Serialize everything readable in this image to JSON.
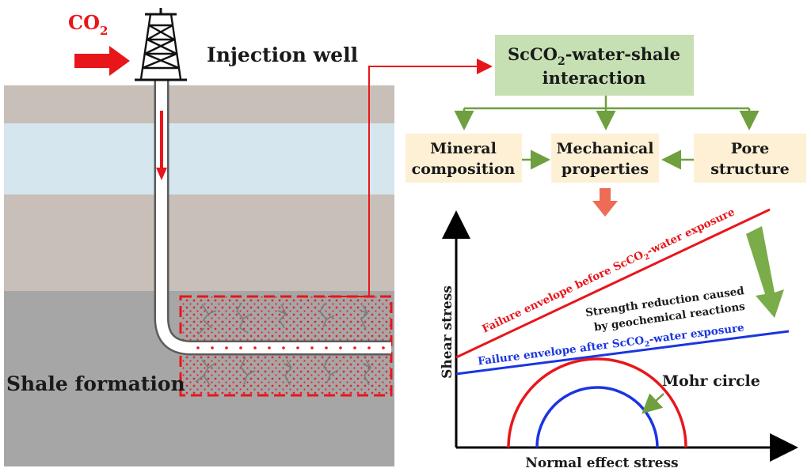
{
  "labels": {
    "co2_main": "CO",
    "co2_sub": "2",
    "injection_well": "Injection well",
    "shale_formation": "Shale formation",
    "interaction_line1_a": "ScCO",
    "interaction_line1_sub": "2",
    "interaction_line1_b": "-water-shale",
    "interaction_line2": "interaction",
    "mineral_line1": "Mineral",
    "mineral_line2": "composition",
    "mechanical_line1": "Mechanical",
    "mechanical_line2": "properties",
    "pore_line1": "Pore",
    "pore_line2": "structure",
    "shear_stress": "Shear stress",
    "normal_stress": "Normal effect stress",
    "before_a": "Failure envelope before ScCO",
    "before_sub": "2",
    "before_b": "-water exposure",
    "after_a": "Failure envelope after ScCO",
    "after_sub": "2",
    "after_b": "-water exposure",
    "reduction_line1": "Strength reduction caused",
    "reduction_line2": "by geochemical reactions",
    "mohr_circle": "Mohr circle"
  },
  "colors": {
    "red": "#e8161b",
    "blue": "#1a35e0",
    "green_box": "#c6e0b4",
    "beige_box": "#fdf0d5",
    "green_arrow": "#6f9f3e",
    "ground_tan": "#c7bfb8",
    "water_blue": "#d6e6ef",
    "shale_gray": "#a7a6a6"
  },
  "icons": {
    "derrick": "oil-derrick-icon",
    "co2_arrow": "arrow-right-icon",
    "flow_arrow": "arrow-down-icon",
    "fractures": "fracture-network-icon"
  }
}
